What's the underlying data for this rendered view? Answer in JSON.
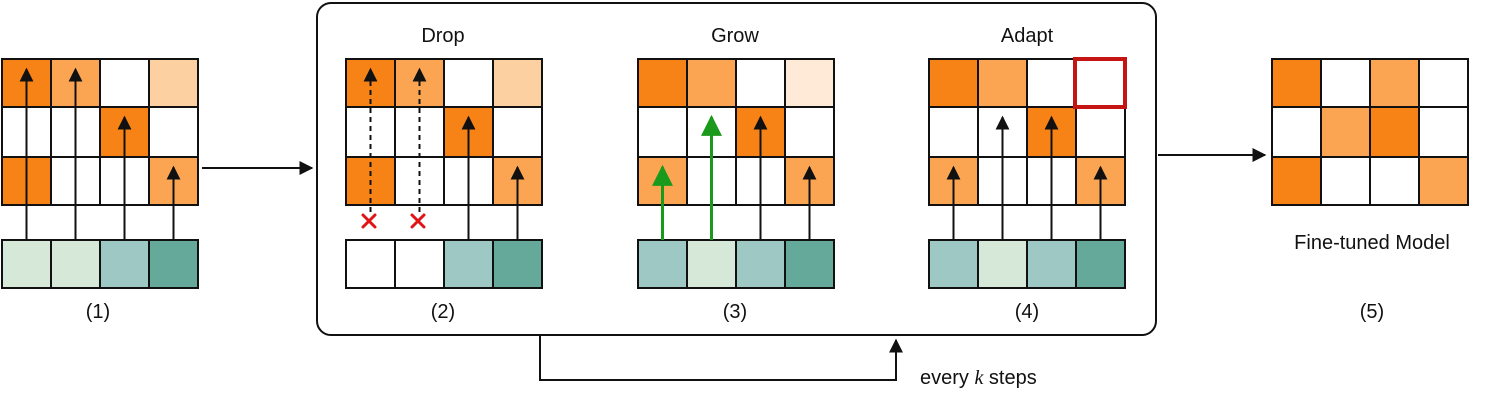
{
  "colors": {
    "orange_strong": "#f78317",
    "orange_medium": "#fba552",
    "orange_light": "#fdd0a2",
    "orange_pale": "#feead6",
    "teal_pale": "#d6e9d8",
    "teal_mid": "#9ec8c4",
    "teal_strong": "#64a99a",
    "grow_arrow": "#1a9a1a",
    "adapt_highlight": "#c41414",
    "drop_mark": "#e01414"
  },
  "stages": {
    "drop": {
      "title": "Drop",
      "label": "(2)"
    },
    "grow": {
      "title": "Grow",
      "label": "(3)"
    },
    "adapt": {
      "title": "Adapt",
      "label": "(4)"
    },
    "initial": {
      "label": "(1)"
    },
    "final": {
      "title": "Fine-tuned Model",
      "label": "(5)"
    }
  },
  "loop": {
    "prefix": "every ",
    "var": "k",
    "suffix": " steps"
  },
  "grids": {
    "s1": [
      [
        "strong",
        "medium",
        "white",
        "light"
      ],
      [
        "white",
        "white",
        "strong",
        "white"
      ],
      [
        "strong",
        "white",
        "white",
        "medium"
      ]
    ],
    "s2": [
      [
        "strong",
        "medium",
        "white",
        "light"
      ],
      [
        "white",
        "white",
        "strong",
        "white"
      ],
      [
        "strong",
        "white",
        "white",
        "medium"
      ]
    ],
    "s3": [
      [
        "strong",
        "medium",
        "white",
        "pale"
      ],
      [
        "white",
        "white",
        "strong",
        "white"
      ],
      [
        "medium",
        "white",
        "white",
        "medium"
      ]
    ],
    "s4": [
      [
        "strong",
        "medium",
        "white",
        "white"
      ],
      [
        "white",
        "white",
        "strong",
        "white"
      ],
      [
        "medium",
        "white",
        "white",
        "medium"
      ]
    ],
    "s5": [
      [
        "strong",
        "white",
        "medium",
        "white"
      ],
      [
        "white",
        "medium",
        "strong",
        "white"
      ],
      [
        "strong",
        "white",
        "white",
        "medium"
      ]
    ]
  },
  "vectors": {
    "s1": [
      "pale",
      "pale",
      "mid",
      "strong"
    ],
    "s2": [
      "white",
      "white",
      "mid",
      "strong"
    ],
    "s3": [
      "mid",
      "pale",
      "mid",
      "strong"
    ],
    "s4": [
      "mid",
      "pale",
      "mid",
      "strong"
    ]
  }
}
